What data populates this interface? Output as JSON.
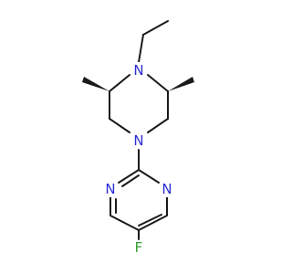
{
  "colors": {
    "background": "#ffffff",
    "bond": "#1a1a1a",
    "nitrogen": "#2b2bd6",
    "fluorine": "#2f9e2f"
  },
  "atoms": {
    "n_top": "N",
    "n_mid": "N",
    "n_ring_left": "N",
    "n_ring_right": "N",
    "f": "F"
  }
}
